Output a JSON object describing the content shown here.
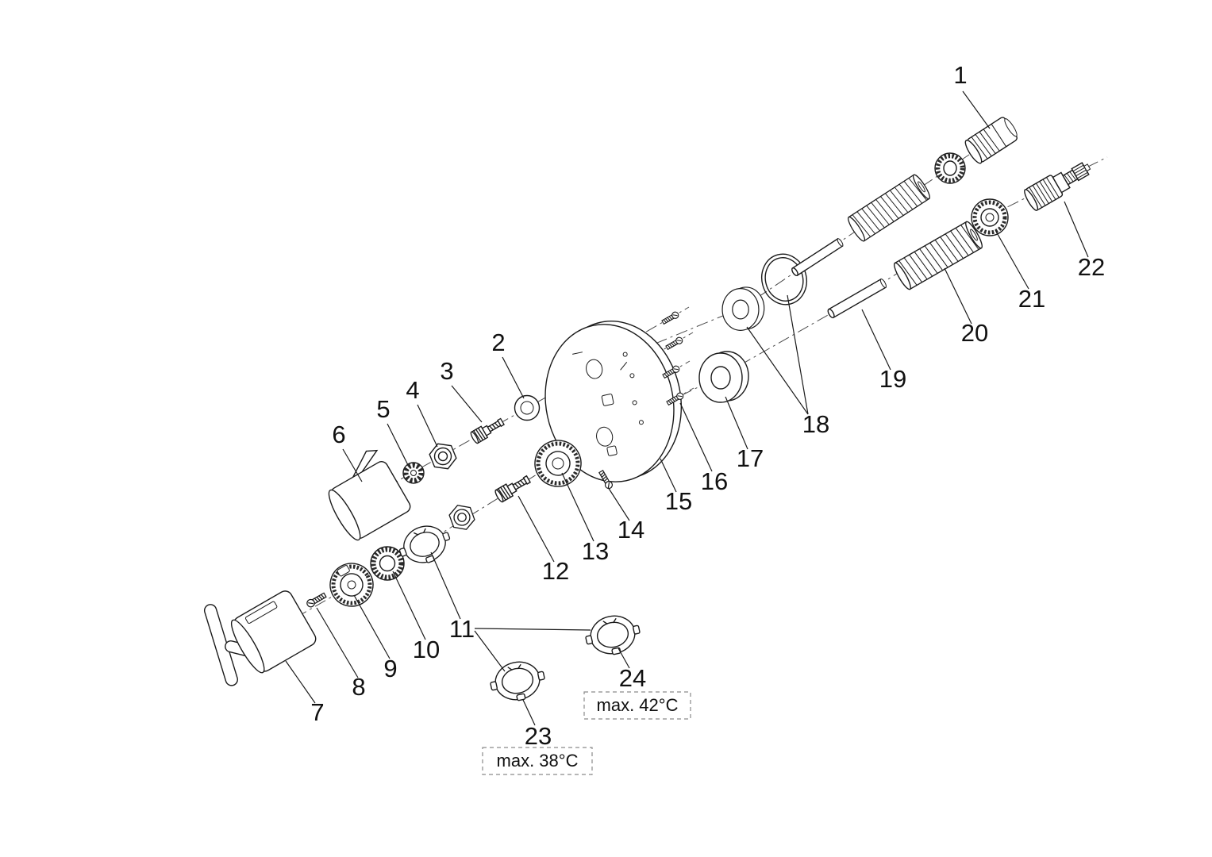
{
  "diagram": {
    "type": "exploded-parts-diagram",
    "callouts": {
      "c1": "1",
      "c2": "2",
      "c3": "3",
      "c4": "4",
      "c5": "5",
      "c6": "6",
      "c7": "7",
      "c8": "8",
      "c9": "9",
      "c10": "10",
      "c11": "11",
      "c12": "12",
      "c13": "13",
      "c14": "14",
      "c15": "15",
      "c16": "16",
      "c17": "17",
      "c18": "18",
      "c19": "19",
      "c20": "20",
      "c21": "21",
      "c22": "22",
      "c23": "23",
      "c24": "24"
    },
    "notes": {
      "max38": "max. 38°C",
      "max42": "max. 42°C"
    },
    "colors": {
      "line": "#1a1a1a",
      "background": "#ffffff"
    }
  }
}
